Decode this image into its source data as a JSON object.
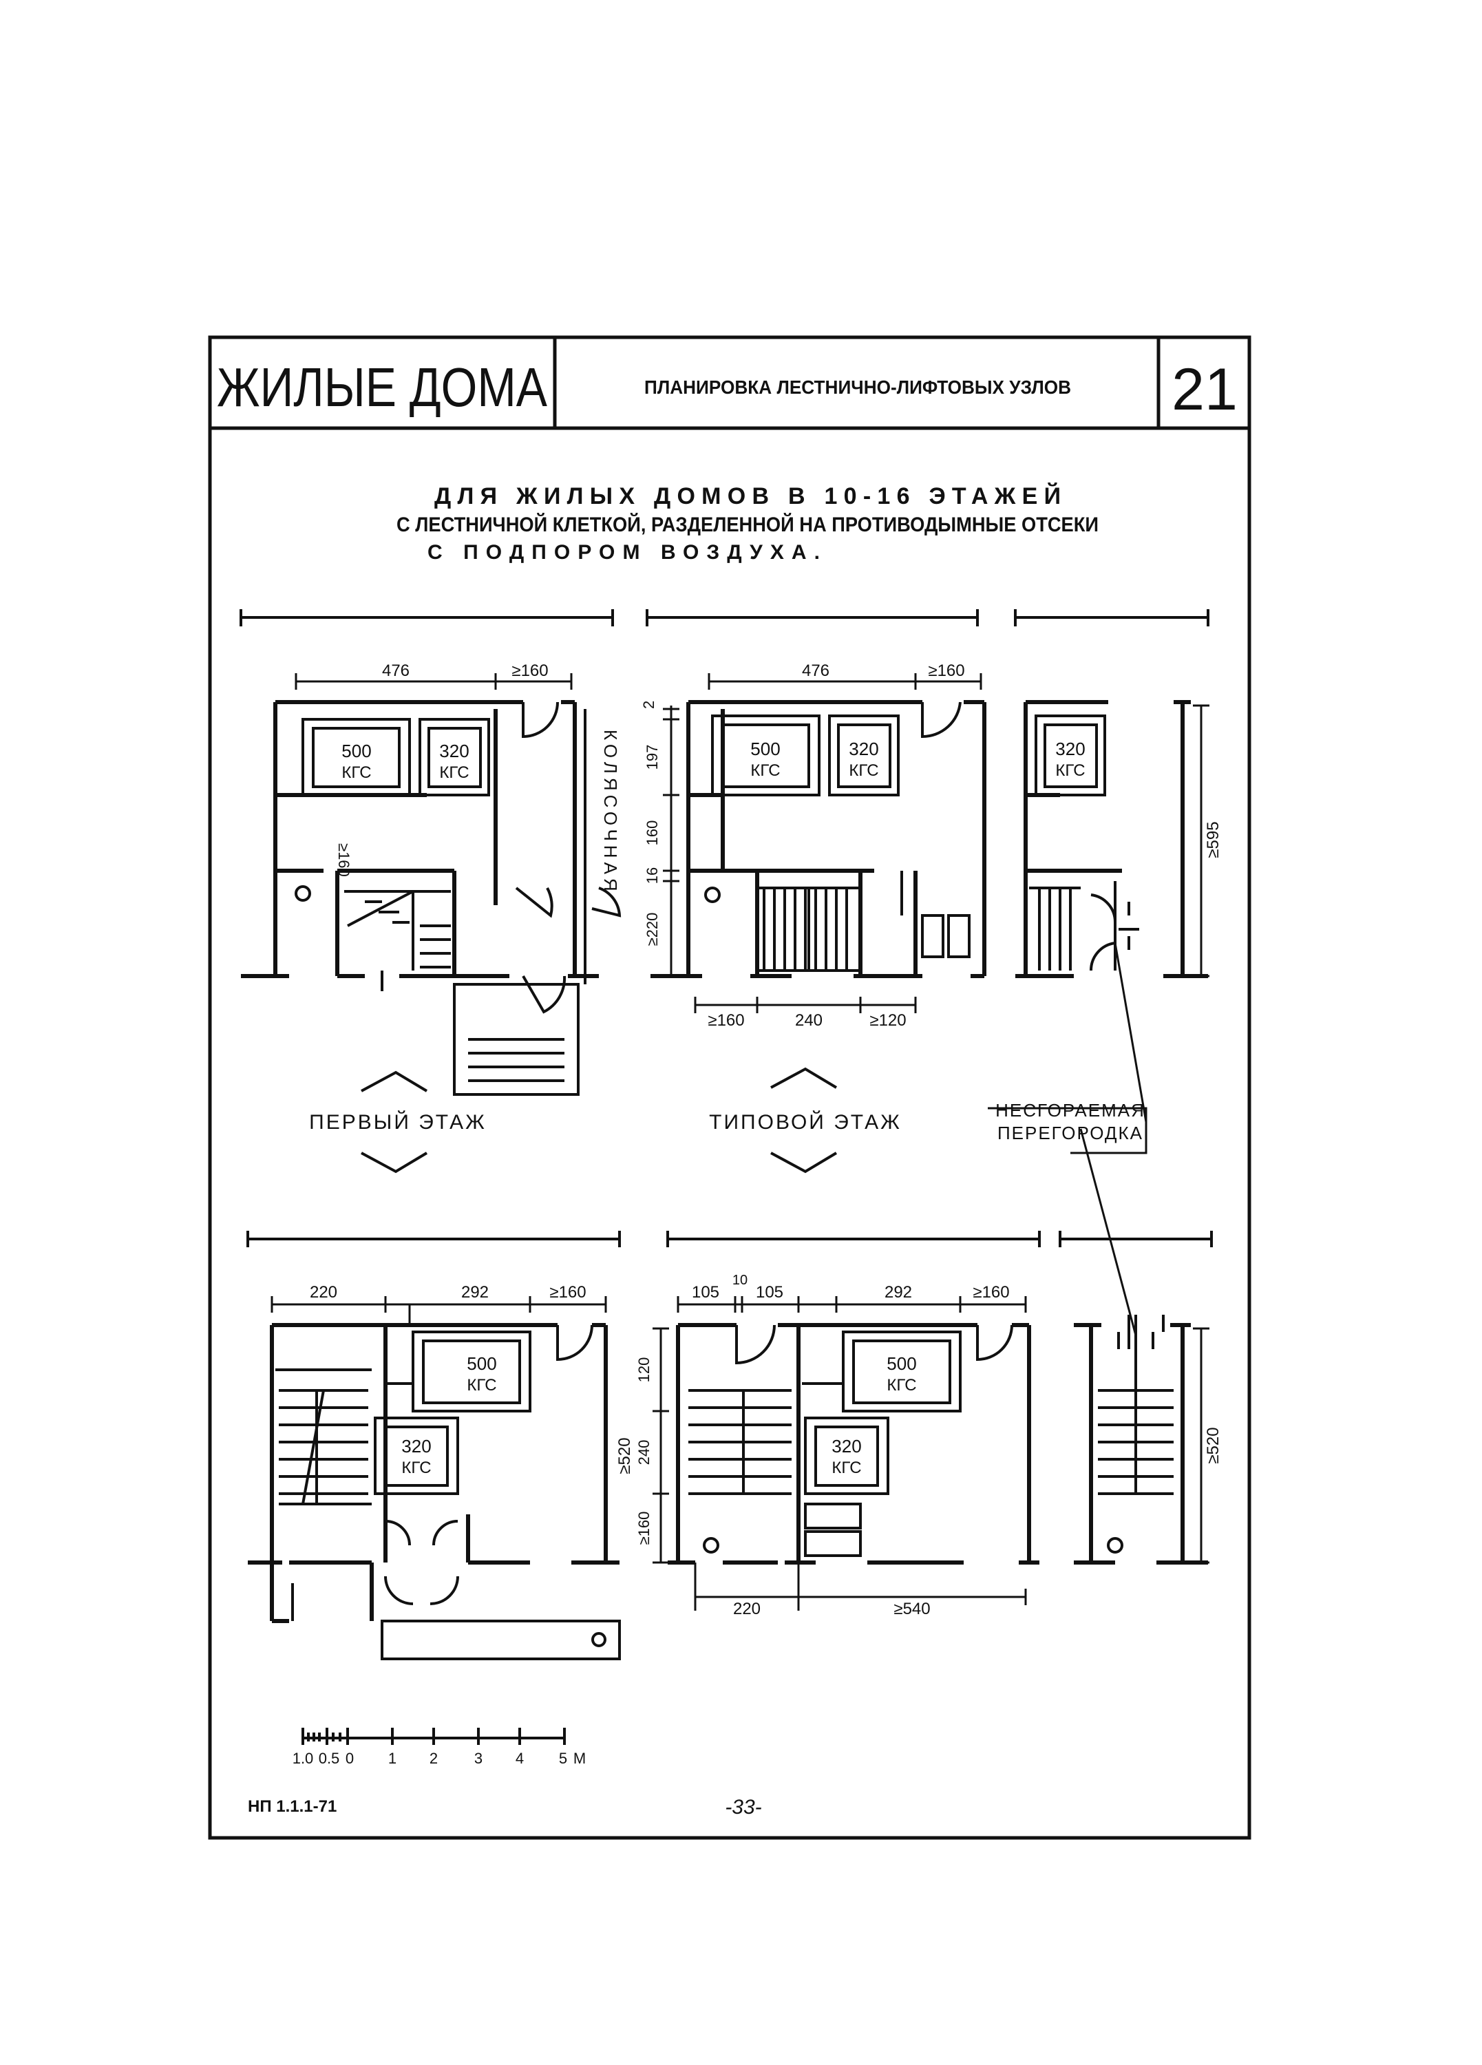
{
  "header": {
    "series": "ЖИЛЫЕ ДОМА",
    "sheet_title": "ПЛАНИРОВКА ЛЕСТНИЧНО-ЛИФТОВЫХ УЗЛОВ",
    "sheet_number": "21"
  },
  "title_lines": [
    "ДЛЯ ЖИЛЫХ ДОМОВ В 10-16 ЭТАЖЕЙ",
    "С ЛЕСТНИЧНОЙ КЛЕТКОЙ, РАЗДЕЛЕННОЙ НА ПРОТИВОДЫМНЫЕ ОТСЕКИ",
    "С ПОДПОРОМ ВОЗДУХА."
  ],
  "labels": {
    "first_floor": "ПЕРВЫЙ ЭТАЖ",
    "typical_floor": "ТИПОВОЙ ЭТАЖ",
    "partition_line1": "НЕСГОРАЕМАЯ",
    "partition_line2": "ПЕРЕГОРОДКА",
    "stroller": "КОЛЯСОЧНАЯ"
  },
  "lifts": {
    "big_load": "500",
    "small_load": "320",
    "unit": "КГС"
  },
  "dims": {
    "d476": "476",
    "d160min": "≥160",
    "d160": "160",
    "d595": "≥595",
    "d2": "2",
    "d197": "197",
    "d16": "16",
    "d220min": "≥220",
    "d240": "240",
    "d120min": "≥120",
    "d220": "220",
    "d292": "292",
    "d520": "≥520",
    "d105": "105",
    "d10": "10",
    "d120": "120",
    "d540": "≥540"
  },
  "scale_bar": {
    "ticks": [
      "1.0",
      "0.5",
      "0",
      "1",
      "2",
      "3",
      "4",
      "5"
    ],
    "unit": "М"
  },
  "footer": {
    "code": "НП 1.1.1-71",
    "page": "-33-"
  }
}
